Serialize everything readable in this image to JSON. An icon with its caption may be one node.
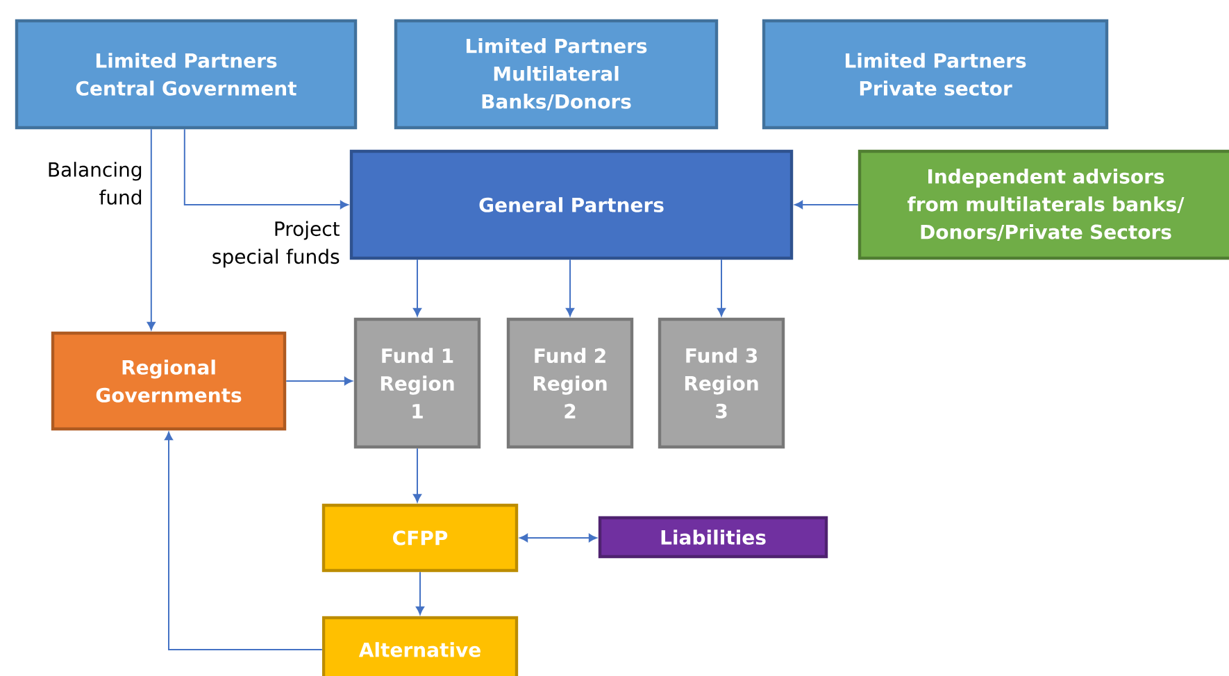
{
  "diagram": {
    "nodes": [
      {
        "text": [
          "Limited Partners Central Government"
        ]
      },
      {
        "text": [
          "Limited Partners Multilateral Banks/Donors"
        ]
      },
      {
        "text": [
          "Limited Partners Private sector"
        ]
      },
      {
        "text": [
          "General Partners"
        ]
      },
      {
        "text": [
          "Independent advisors from multilaterals banks/ Donors/Private Sectors"
        ]
      },
      {
        "text": [
          "Regional Governments"
        ]
      },
      {
        "text": [
          "Fund 1 Region 1"
        ]
      },
      {
        "text": [
          "Fund 2 Region 2"
        ]
      },
      {
        "text": [
          "Fund 3 Region 3"
        ]
      },
      {
        "text": [
          "CFPP"
        ]
      },
      {
        "text": [
          "Liabilities"
        ]
      },
      {
        "text": [
          "Alternative"
        ]
      }
    ],
    "edges": [
      {
        "from": 0,
        "to": 5,
        "arrow": "to",
        "label": "Balancing fund"
      },
      {
        "from": 0,
        "to": 3,
        "arrow": "to",
        "label": "Project special funds"
      },
      {
        "from": 4,
        "to": 3,
        "arrow": "to"
      },
      {
        "from": 3,
        "to": 6,
        "arrow": "to"
      },
      {
        "from": 3,
        "to": 7,
        "arrow": "to"
      },
      {
        "from": 3,
        "to": 8,
        "arrow": "to"
      },
      {
        "from": 5,
        "to": 6,
        "arrow": "to"
      },
      {
        "from": 6,
        "to": 9,
        "arrow": "to"
      },
      {
        "from": 9,
        "to": 10,
        "arrow": "both"
      },
      {
        "from": 9,
        "to": 11,
        "arrow": "to"
      },
      {
        "from": 11,
        "to": 5,
        "arrow": "to"
      }
    ]
  }
}
